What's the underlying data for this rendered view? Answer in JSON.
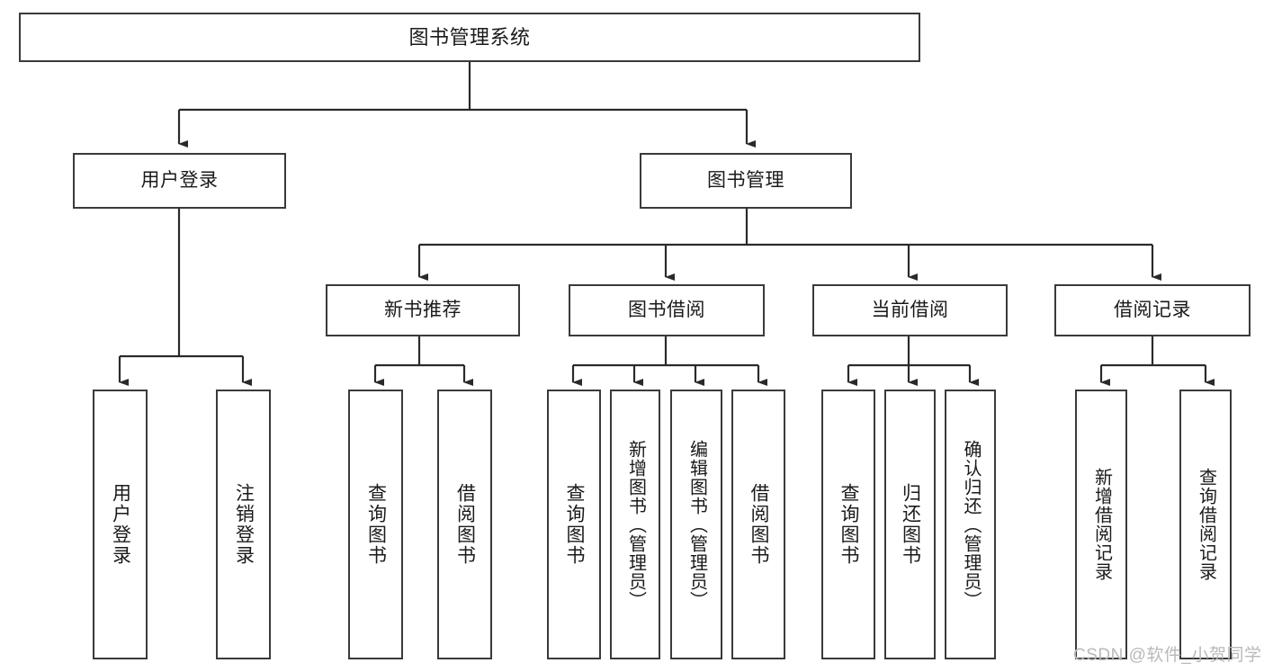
{
  "diagram": {
    "type": "tree",
    "title": "图书管理系统",
    "root": {
      "label": "图书管理系统"
    },
    "level2": [
      {
        "label": "用户登录"
      },
      {
        "label": "图书管理"
      }
    ],
    "level3": [
      {
        "label": "新书推荐"
      },
      {
        "label": "图书借阅"
      },
      {
        "label": "当前借阅"
      },
      {
        "label": "借阅记录"
      }
    ],
    "leaves": {
      "user_login": [
        {
          "label": "用户登录"
        },
        {
          "label": "注销登录"
        }
      ],
      "new_book_recommend": [
        {
          "label": "查询图书"
        },
        {
          "label": "借阅图书"
        }
      ],
      "book_borrow": [
        {
          "label": "查询图书"
        },
        {
          "label": "新增图书（管理员）"
        },
        {
          "label": "编辑图书（管理员）"
        },
        {
          "label": "借阅图书"
        }
      ],
      "current_borrow": [
        {
          "label": "查询图书"
        },
        {
          "label": "归还图书"
        },
        {
          "label": "确认归还（管理员）"
        }
      ],
      "borrow_record": [
        {
          "label": "新增借阅记录"
        },
        {
          "label": "查询借阅记录"
        }
      ]
    }
  },
  "watermark": {
    "text": "CSDN @软件_小贺同学"
  },
  "colors": {
    "border": "#3a3a3a",
    "text": "#1a1a1a",
    "background": "#ffffff",
    "watermark": "#b9b9b9"
  }
}
